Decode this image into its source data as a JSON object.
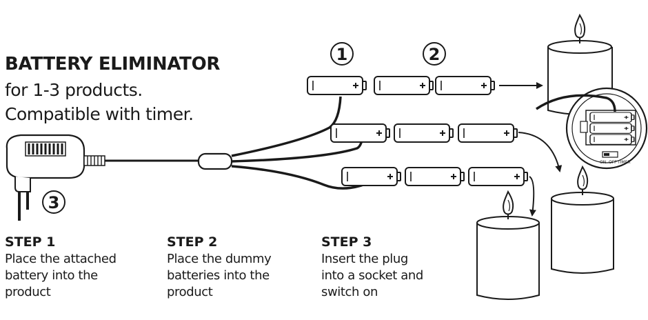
{
  "header": {
    "title": "BATTERY ELIMINATOR",
    "line1": "for 1-3 products.",
    "line2": "Compatible with timer."
  },
  "steps": [
    {
      "title": "STEP 1",
      "text": "Place the attached\nbattery into the\nproduct"
    },
    {
      "title": "STEP 2",
      "text": "Place the dummy\nbatteries into the\nproduct"
    },
    {
      "title": "STEP 3",
      "text": "Insert the plug\ninto a socket and\nswitch on"
    }
  ],
  "markers": {
    "one": "1",
    "two": "2",
    "three": "3"
  },
  "battery": {
    "plus": "+",
    "minus": "-"
  },
  "switch_labels": {
    "on": "ON",
    "off": "OFF",
    "timer": "TIMER"
  }
}
